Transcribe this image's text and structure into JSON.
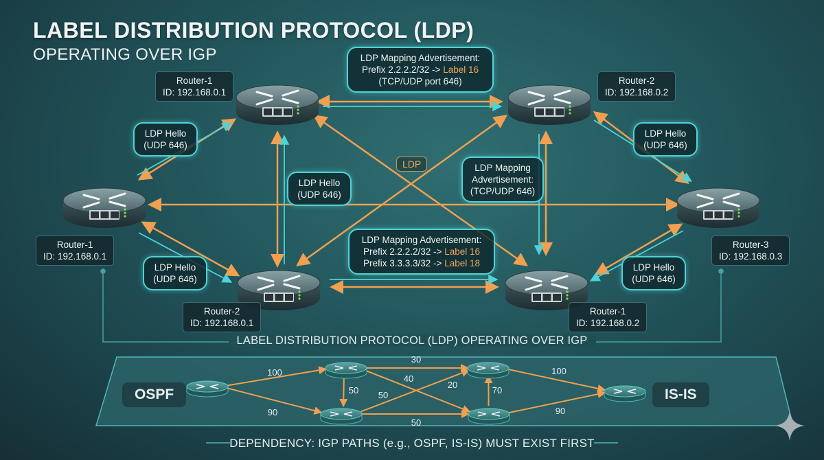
{
  "header": {
    "title": "LABEL DISTRIBUTION PROTOCOL (LDP)",
    "subtitle": "OPERATING OVER IGP"
  },
  "colors": {
    "ldp_arrow": "#f0a050",
    "hello_arrow": "#4fd3d6",
    "label_highlight": "#f0a85a",
    "background": "#245a60"
  },
  "routers": [
    {
      "id": "top-left",
      "name": "Router-1",
      "router_id": "ID: 192.168.0.1"
    },
    {
      "id": "top-right",
      "name": "Router-2",
      "router_id": "ID: 192.168.0.2"
    },
    {
      "id": "mid-left",
      "name": "Router-1",
      "router_id": "ID: 192.168.0.1"
    },
    {
      "id": "mid-right",
      "name": "Router-3",
      "router_id": "ID: 192.168.0.3"
    },
    {
      "id": "bottom-left",
      "name": "Router-2",
      "router_id": "ID: 192.168.0.1"
    },
    {
      "id": "bottom-right",
      "name": "Router-1",
      "router_id": "ID: 192.168.0.2"
    }
  ],
  "callouts": {
    "top_mapping": {
      "line1": "LDP Mapping Advertisement:",
      "line2_prefix": "Prefix 2.2.2.2/32 -> ",
      "line2_label": "Label 16",
      "line3": "(TCP/UDP port 646)"
    },
    "mid_mapping": {
      "line1": "LDP Mapping",
      "line2": "Advertisement:",
      "line3": "(TCP/UDP 646)"
    },
    "bottom_mapping": {
      "line1": "LDP Mapping Advertisement:",
      "line2_prefix": "Prefix 2.2.2.2/32 -> ",
      "line2_label": "Label 16",
      "line3_prefix": "Prefix 3.3.3.3/32 -> ",
      "line3_label": "Label 18"
    },
    "hello": {
      "line1": "LDP Hello",
      "line2": "(UDP 646)"
    },
    "ldp_tag": "LDP"
  },
  "band_title": "LABEL DISTRIBUTION PROTOCOL (LDP) OPERATING OVER IGP",
  "igp": {
    "left_label": "OSPF",
    "right_label": "IS-IS",
    "link_costs": [
      {
        "from": "A",
        "to": "B",
        "cost": "100"
      },
      {
        "from": "A",
        "to": "C",
        "cost": "90"
      },
      {
        "from": "B",
        "to": "C",
        "cost": "50"
      },
      {
        "from": "B",
        "to": "D",
        "cost": "30"
      },
      {
        "from": "B",
        "to": "E",
        "cost": "40"
      },
      {
        "from": "C",
        "to": "D",
        "cost": "50"
      },
      {
        "from": "C",
        "to": "E",
        "cost": "50"
      },
      {
        "from": "E",
        "to": "D",
        "cost": "70"
      },
      {
        "from": "X",
        "to": "D",
        "cost": "20"
      },
      {
        "from": "D",
        "to": "F",
        "cost": "100"
      },
      {
        "from": "E",
        "to": "F",
        "cost": "90"
      }
    ]
  },
  "footer": "DEPENDENCY: IGP PATHS (e.g., OSPF, IS-IS) MUST EXIST FIRST",
  "watermark_icon": "sparkle-icon"
}
